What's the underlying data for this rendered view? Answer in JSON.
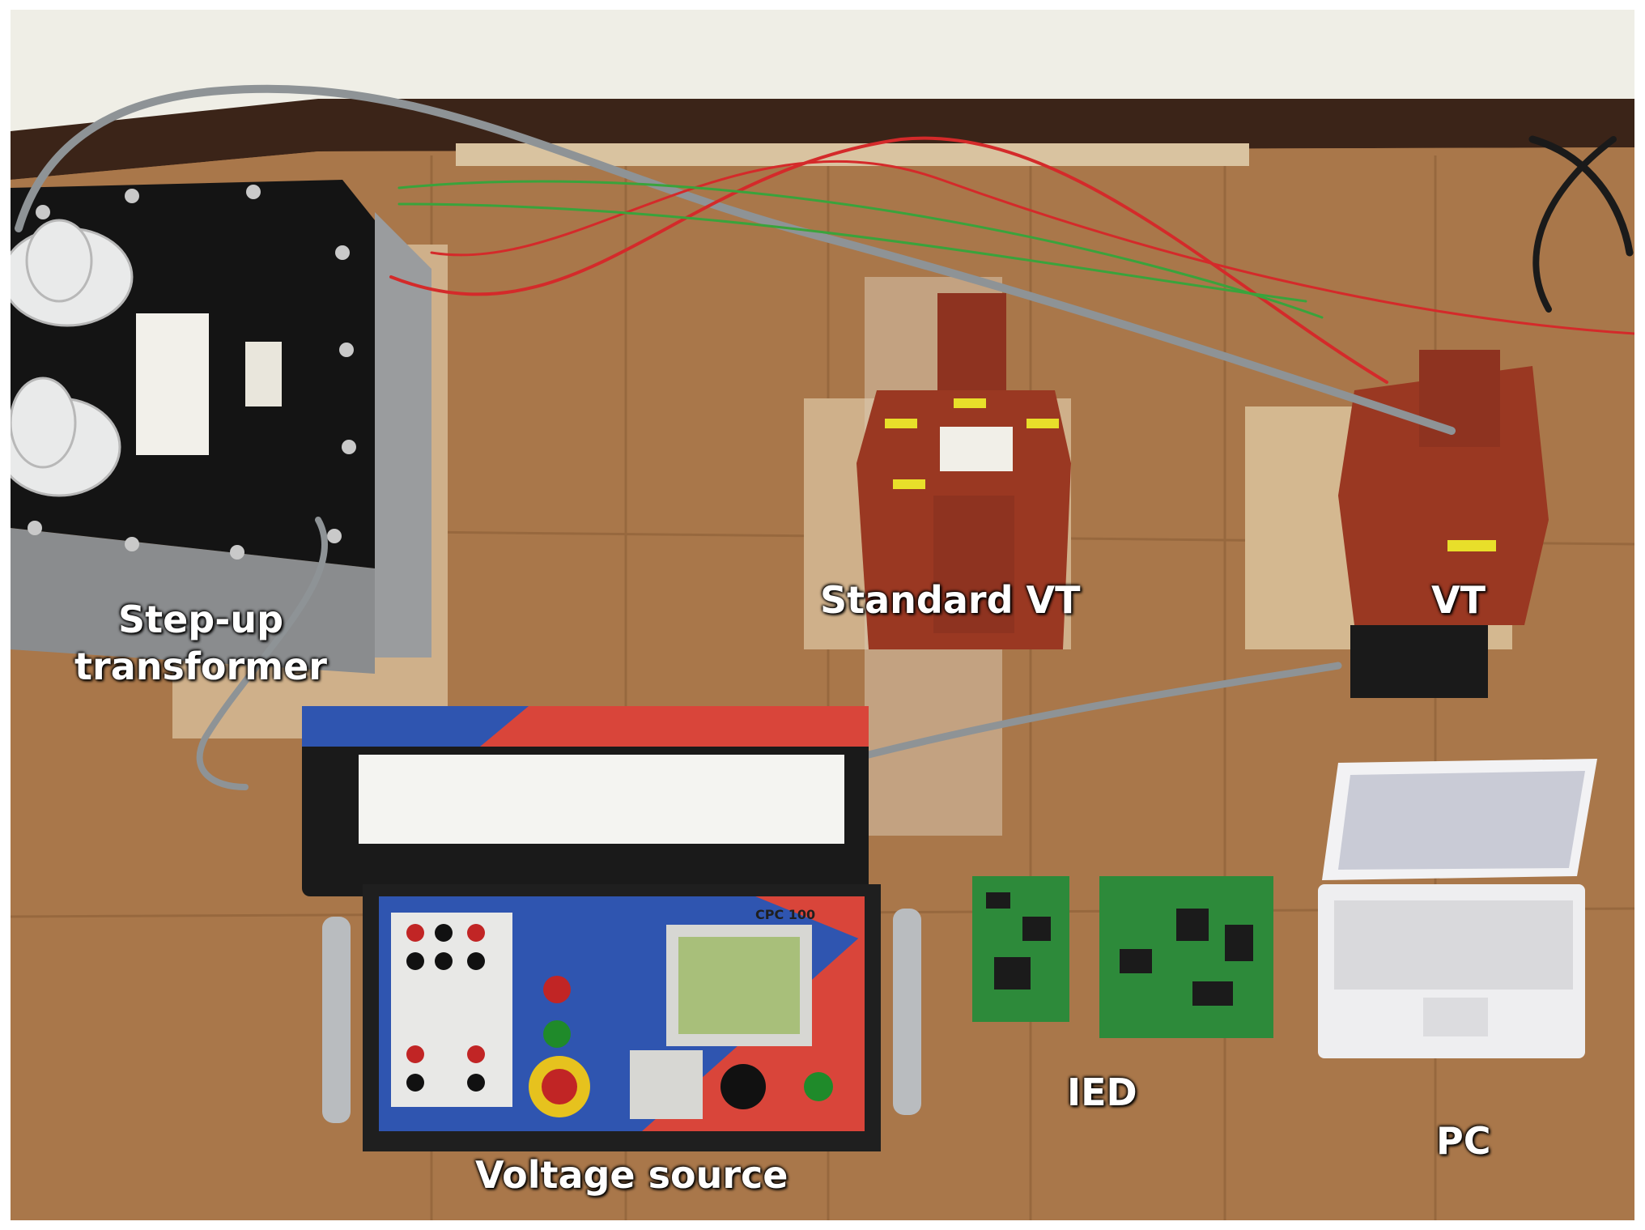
{
  "labels": {
    "step_up_line1": "Step-up",
    "step_up_line2": "transformer",
    "standard_vt": "Standard VT",
    "vt": "VT",
    "voltage_source": "Voltage source",
    "ied": "IED",
    "pc": "PC"
  },
  "device_text": {
    "cpc_model": "CPC 100"
  },
  "colors": {
    "floor": "#a9774a",
    "wall": "#efeee6",
    "vt_body": "#9a3822",
    "cpc_blue": "#2f55b0",
    "cpc_red": "#d9453a",
    "pcb_green": "#2d8a3a",
    "label_text": "#ffffff"
  }
}
